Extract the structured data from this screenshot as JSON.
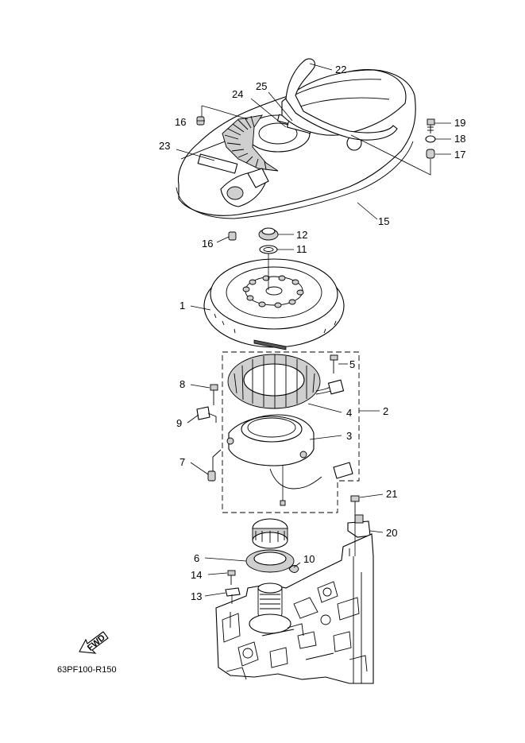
{
  "diagram": {
    "reference_code": "63PF100-R150",
    "fwd_label": "FWD",
    "callouts": [
      "1",
      "2",
      "3",
      "4",
      "5",
      "6",
      "7",
      "8",
      "9",
      "10",
      "11",
      "12",
      "13",
      "14",
      "15",
      "16",
      "17",
      "18",
      "19",
      "20",
      "21",
      "22",
      "23",
      "24",
      "25"
    ]
  }
}
